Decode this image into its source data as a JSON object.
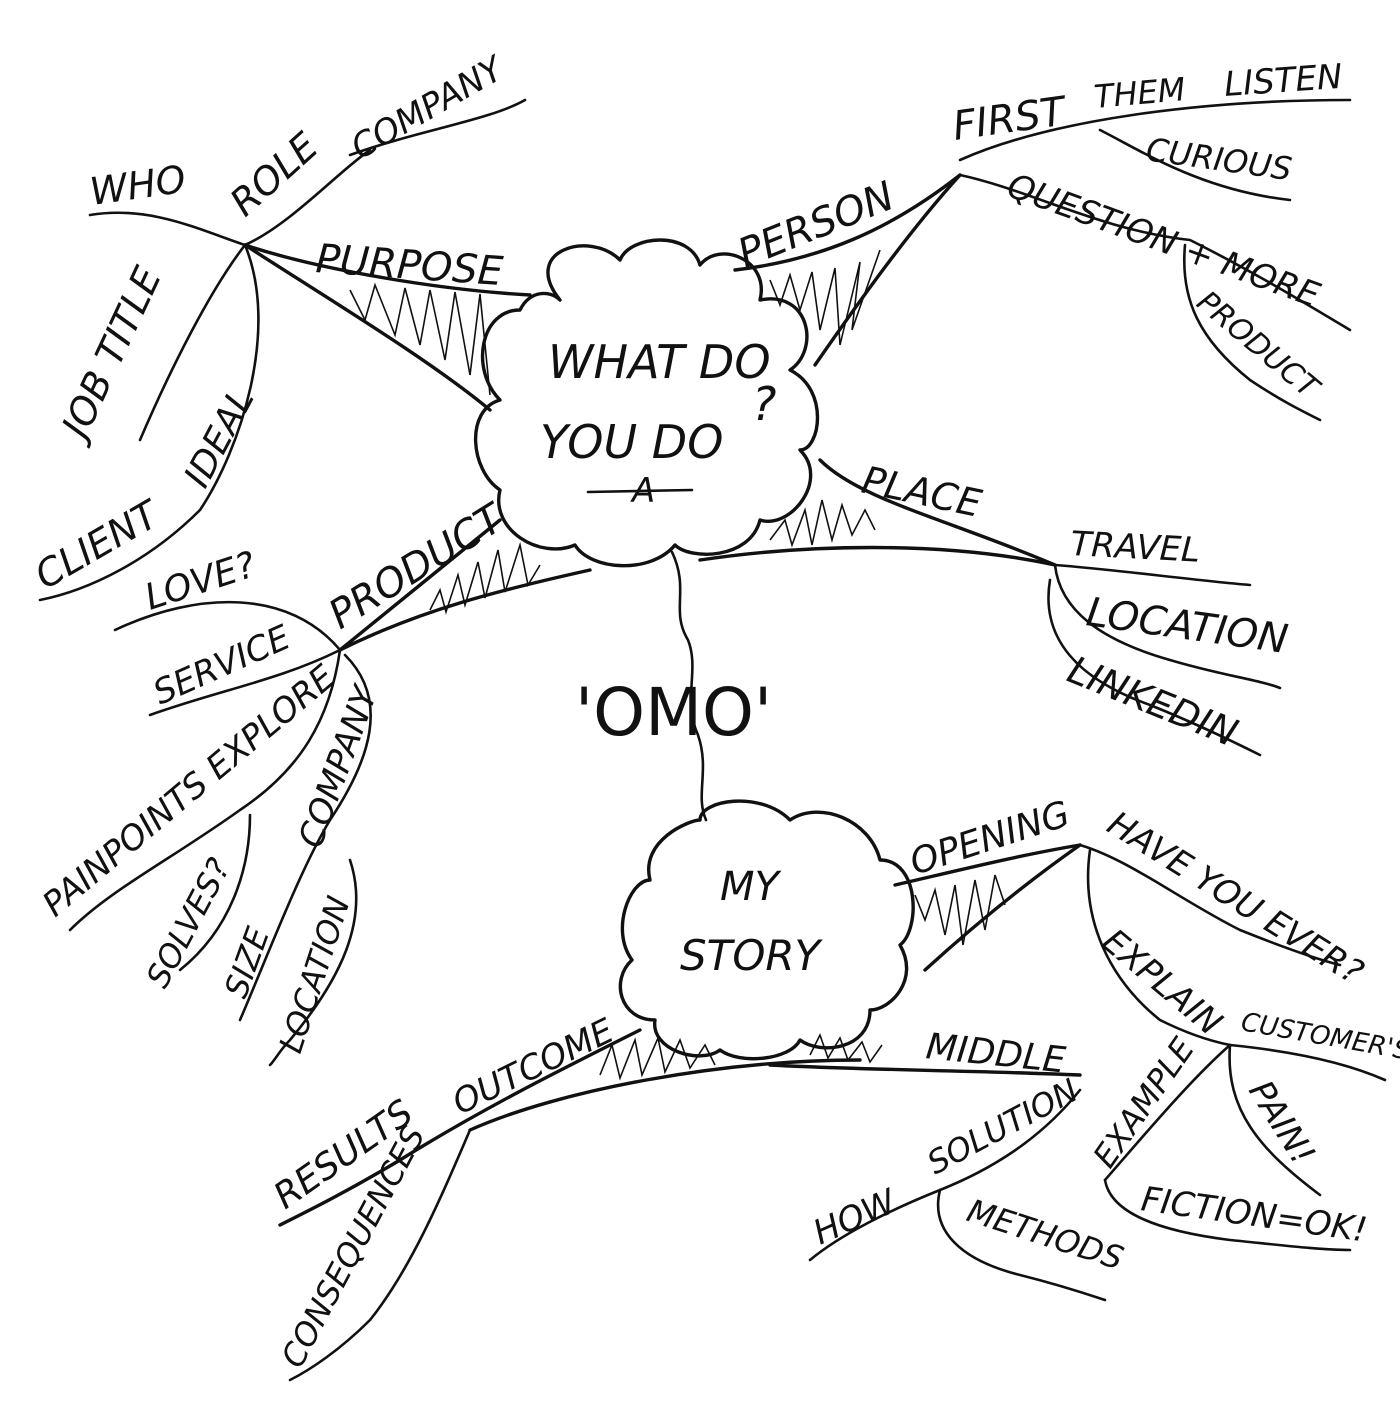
{
  "colors": {
    "ink": "#111111",
    "background": "#ffffff"
  },
  "center_label": "'OMO'",
  "hubs": {
    "top": {
      "line1": "WHAT DO",
      "line2": "YOU DO",
      "mark": "?",
      "underline_mark": "A"
    },
    "bottom": {
      "line1": "MY",
      "line2": "STORY"
    }
  },
  "branches": {
    "purpose": {
      "label": "PURPOSE",
      "who": "WHO",
      "role": "ROLE",
      "company": "COMPANY",
      "job_title": "JOB TITLE",
      "ideal_client": "IDEAL",
      "client": "CLIENT"
    },
    "person": {
      "label": "PERSON",
      "first": "FIRST",
      "them": "THEM",
      "listen": "LISTEN",
      "curious": "CURIOUS",
      "question_more": "QUESTION + MORE",
      "product": "PRODUCT"
    },
    "place": {
      "label": "PLACE",
      "travel": "TRAVEL",
      "location": "LOCATION",
      "linkedin": "LINKEDIN"
    },
    "product": {
      "label": "PRODUCT",
      "love": "LOVE?",
      "service": "SERVICE",
      "painpoints_explore": "PAINPOINTS EXPLORE",
      "solves": "SOLVES?",
      "company": "COMPANY",
      "size": "SIZE",
      "location": "LOCATION"
    },
    "opening": {
      "label": "OPENING",
      "have_you_ever": "HAVE YOU EVER?",
      "explain": "EXPLAIN",
      "customers": "CUSTOMER'S",
      "pain": "PAIN!",
      "example": "EXAMPLE",
      "fiction": "FICTION=OK!"
    },
    "middle": {
      "label": "MIDDLE",
      "how": "HOW",
      "solution": "SOLUTION",
      "methods": "METHODS"
    },
    "results": {
      "label": "RESULTS",
      "outcome": "OUTCOME",
      "consequences": "CONSEQUENCES"
    }
  }
}
